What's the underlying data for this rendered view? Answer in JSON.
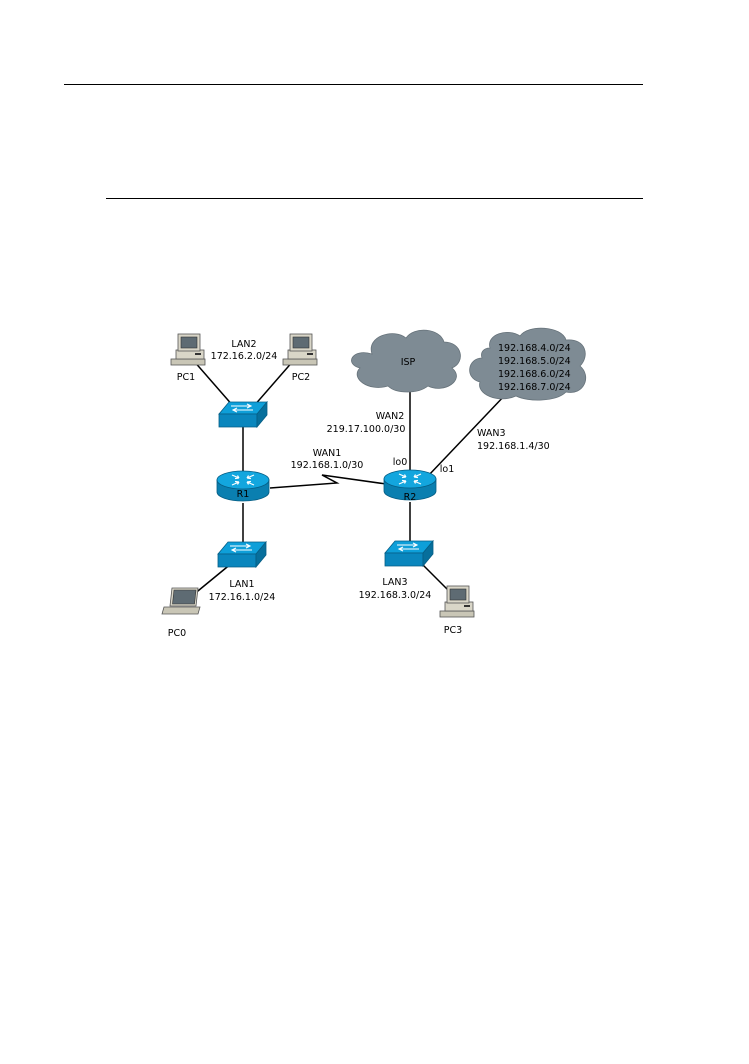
{
  "labels": {
    "lan2": "LAN2",
    "lan2_net": "172.16.2.0/24",
    "pc1": "PC1",
    "pc2": "PC2",
    "isp": "ISP",
    "cloud_nets": [
      "192.168.4.0/24",
      "192.168.5.0/24",
      "192.168.6.0/24",
      "192.168.7.0/24"
    ],
    "wan2": "WAN2",
    "wan2_net": "219.17.100.0/30",
    "wan3": "WAN3",
    "wan3_net": "192.168.1.4/30",
    "wan1": "WAN1",
    "wan1_net": "192.168.1.0/30",
    "lo0": "lo0",
    "lo1": "lo1",
    "r1": "R1",
    "r2": "R2",
    "lan1": "LAN1",
    "lan1_net": "172.16.1.0/24",
    "pc0": "PC0",
    "lan3": "LAN3",
    "lan3_net": "192.168.3.0/24",
    "pc3": "PC3"
  },
  "colors": {
    "device_blue": "#0e9fd9",
    "device_blue_dark": "#0a7fb0",
    "cloud_gray": "#7e8b94",
    "pc_beige": "#d9d6c8"
  }
}
